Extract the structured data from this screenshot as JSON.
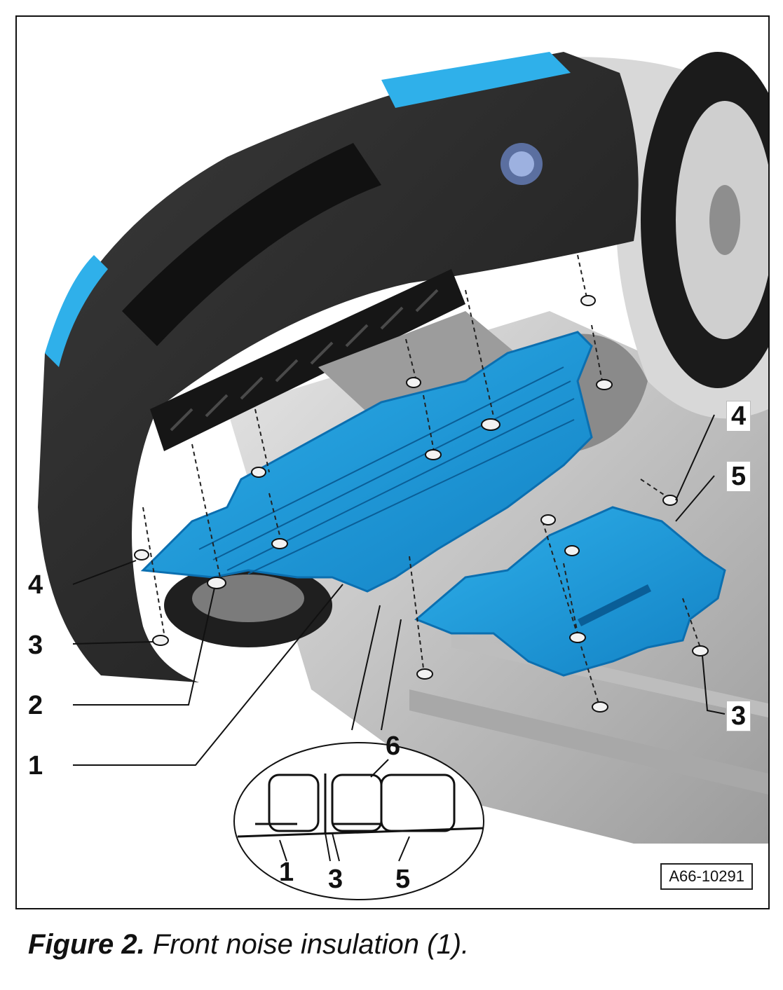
{
  "figure": {
    "id_tag": "A66-10291",
    "callouts": {
      "left_4": "4",
      "left_3": "3",
      "left_2": "2",
      "left_1": "1",
      "right_4": "4",
      "right_5": "5",
      "right_3": "3",
      "detail_6": "6",
      "detail_1": "1",
      "detail_3": "3",
      "detail_5": "5"
    }
  },
  "caption": {
    "label": "Figure 2.",
    "text": "Front noise insulation (1)."
  },
  "colors": {
    "panel_blue": "#1e9ad6",
    "panel_edge": "#0b6fb0",
    "bumper_dark": "#2b2b2b",
    "underbody_grey": "#c9c9c9"
  }
}
